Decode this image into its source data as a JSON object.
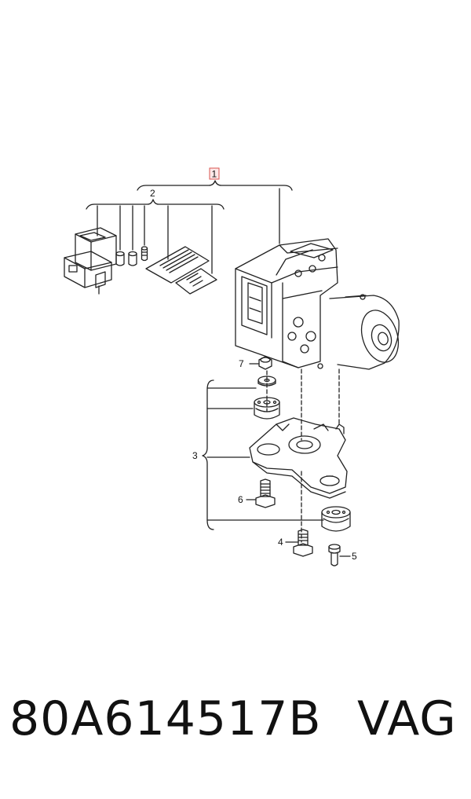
{
  "diagram": {
    "callouts": {
      "c1": "1",
      "c2": "2",
      "c3": "3",
      "c4": "4",
      "c5": "5",
      "c6": "6",
      "c7": "7"
    },
    "colors": {
      "line": "#222222",
      "highlight_box": "#d9534f"
    }
  },
  "caption": {
    "part_number": "80A614517B",
    "brand": "VAG"
  }
}
